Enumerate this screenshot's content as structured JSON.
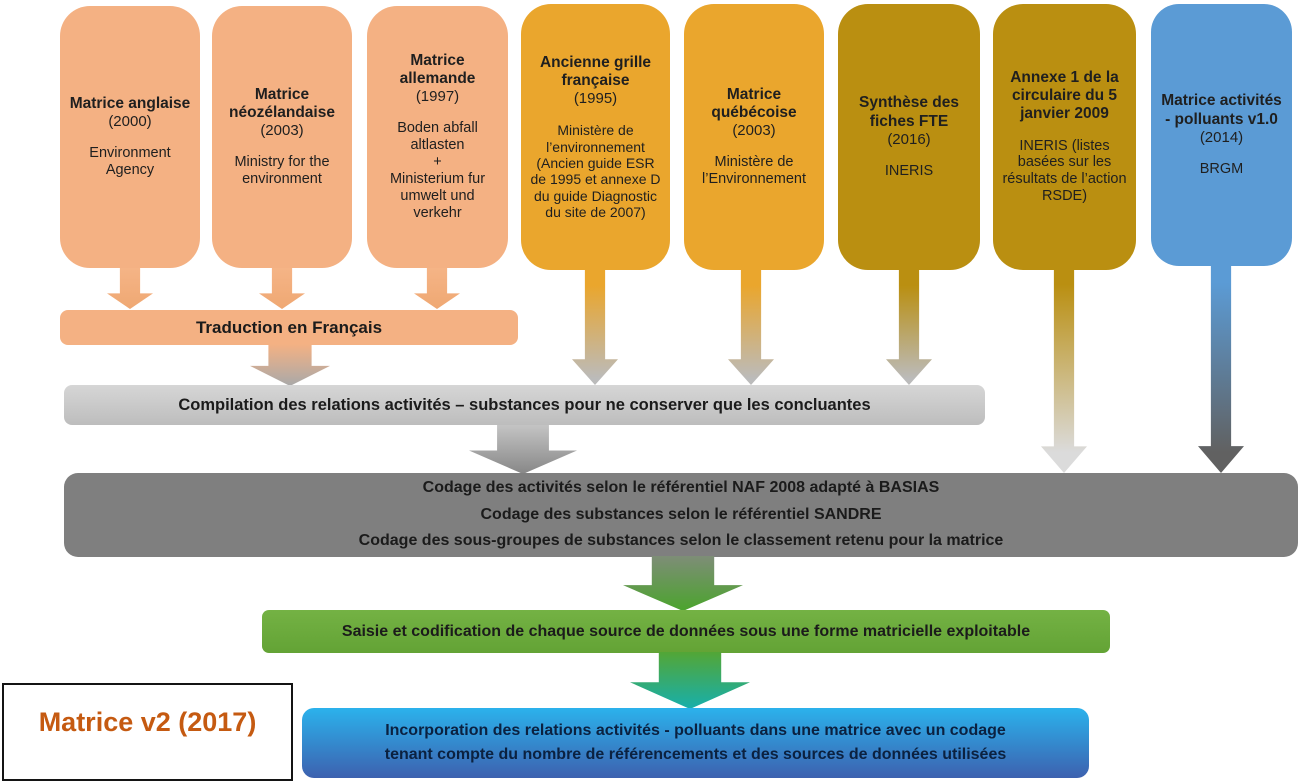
{
  "flow": {
    "sources": [
      {
        "title": "Matrice anglaise",
        "year": "(2000)",
        "body": "Environment Agency",
        "color": "#F4B183"
      },
      {
        "title": "Matrice néozélandaise",
        "year": "(2003)",
        "body": "Ministry for the environment",
        "color": "#F4B183"
      },
      {
        "title": "Matrice allemande",
        "year": "(1997)",
        "body": "Boden abfall altlasten\n+\nMinisterium fur umwelt und verkehr",
        "color": "#F4B183"
      },
      {
        "title": "Ancienne grille française",
        "year": "(1995)",
        "body": "Ministère de l’environnement (Ancien guide ESR de 1995 et annexe D du guide Diagnostic du site de 2007)",
        "color": "#EAA62D"
      },
      {
        "title": "Matrice québécoise",
        "year": "(2003)",
        "body": "Ministère de l’Environnement",
        "color": "#EAA62D"
      },
      {
        "title": "Synthèse des fiches FTE",
        "year": "(2016)",
        "body": "INERIS",
        "color": "#BA8F11"
      },
      {
        "title": "Annexe 1 de la circulaire du 5 janvier 2009",
        "year": "",
        "body": "INERIS (listes basées sur les résultats de l’action RSDE)",
        "color": "#BA8F11"
      },
      {
        "title": "Matrice activités - polluants v1.0",
        "year": "(2014)",
        "body": "BRGM",
        "color": "#5B9BD5"
      }
    ],
    "steps": {
      "traduction": "Traduction en Français",
      "compilation": "Compilation des relations activités – substances pour ne conserver que les concluantes",
      "codage": "Codage des activités selon le référentiel NAF 2008 adapté à BASIAS\nCodage des substances selon le référentiel SANDRE\nCodage des sous-groupes de substances selon le classement retenu pour la matrice",
      "saisie": "Saisie et codification de chaque source de données sous une forme matricielle exploitable",
      "incorporation": "Incorporation des relations activités - polluants dans une matrice avec un codage\ntenant compte du nombre de référencements et des sources de données utilisées"
    },
    "result_label": "Matrice v2 (2017)",
    "palette": {
      "peach": "#F4B183",
      "orange": "#EAA62D",
      "gold": "#BA8F11",
      "blue_box": "#5B9BD5",
      "light_gray_bar": "#C9C9C9",
      "dark_gray_bar": "#7F7F7F",
      "green_bar": "#6BAB3C",
      "blue_bar_top": "#2BB2EC",
      "blue_bar_bottom": "#3D61AF",
      "label_text": "#C55A11"
    }
  }
}
